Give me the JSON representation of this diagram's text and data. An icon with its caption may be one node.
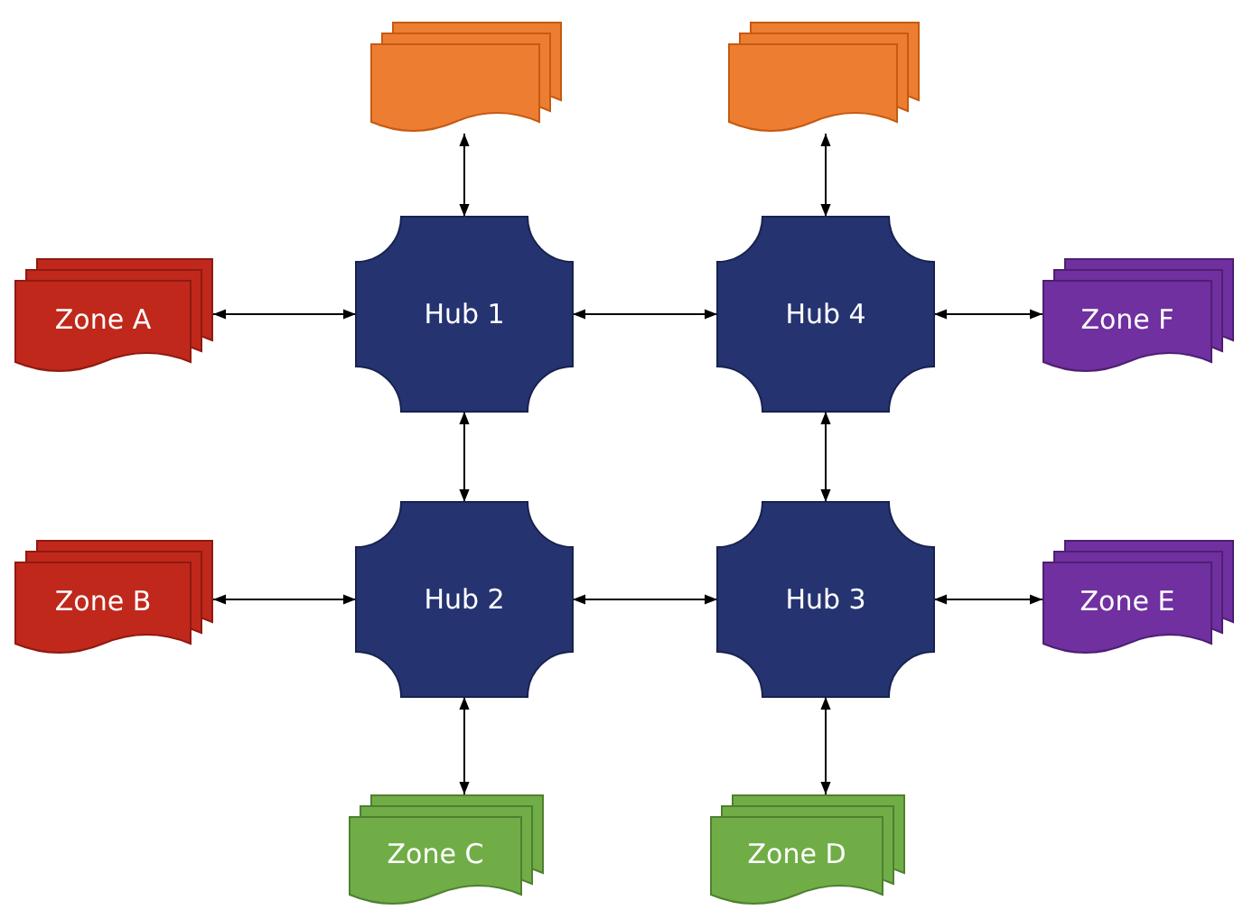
{
  "diagram": {
    "nodes": [
      {
        "text": [],
        "shape": "document"
      },
      {
        "text": [],
        "shape": "document"
      },
      {
        "text": [
          "Zone A"
        ]
      },
      {
        "text": [
          "Hub 1"
        ]
      },
      {
        "text": [
          "Hub 4"
        ]
      },
      {
        "text": [
          "Zone F"
        ]
      },
      {
        "text": [
          "Zone B"
        ]
      },
      {
        "text": [
          "Hub 2"
        ]
      },
      {
        "text": [
          "Hub 3"
        ]
      },
      {
        "text": [
          "Zone E"
        ]
      },
      {
        "text": [
          "Zone C"
        ]
      },
      {
        "text": [
          "Zone D"
        ]
      }
    ],
    "edges": [
      {
        "from": 0,
        "to": 3,
        "arrow": "both"
      },
      {
        "from": 1,
        "to": 4,
        "arrow": "both"
      },
      {
        "from": 2,
        "to": 3,
        "arrow": "both"
      },
      {
        "from": 3,
        "to": 4,
        "arrow": "both"
      },
      {
        "from": 4,
        "to": 5,
        "arrow": "both"
      },
      {
        "from": 3,
        "to": 7,
        "arrow": "both"
      },
      {
        "from": 4,
        "to": 8,
        "arrow": "both"
      },
      {
        "from": 6,
        "to": 7,
        "arrow": "both"
      },
      {
        "from": 7,
        "to": 8,
        "arrow": "both"
      },
      {
        "from": 8,
        "to": 9,
        "arrow": "both"
      },
      {
        "from": 7,
        "to": 10,
        "arrow": "both"
      },
      {
        "from": 8,
        "to": 11,
        "arrow": "both"
      }
    ]
  }
}
